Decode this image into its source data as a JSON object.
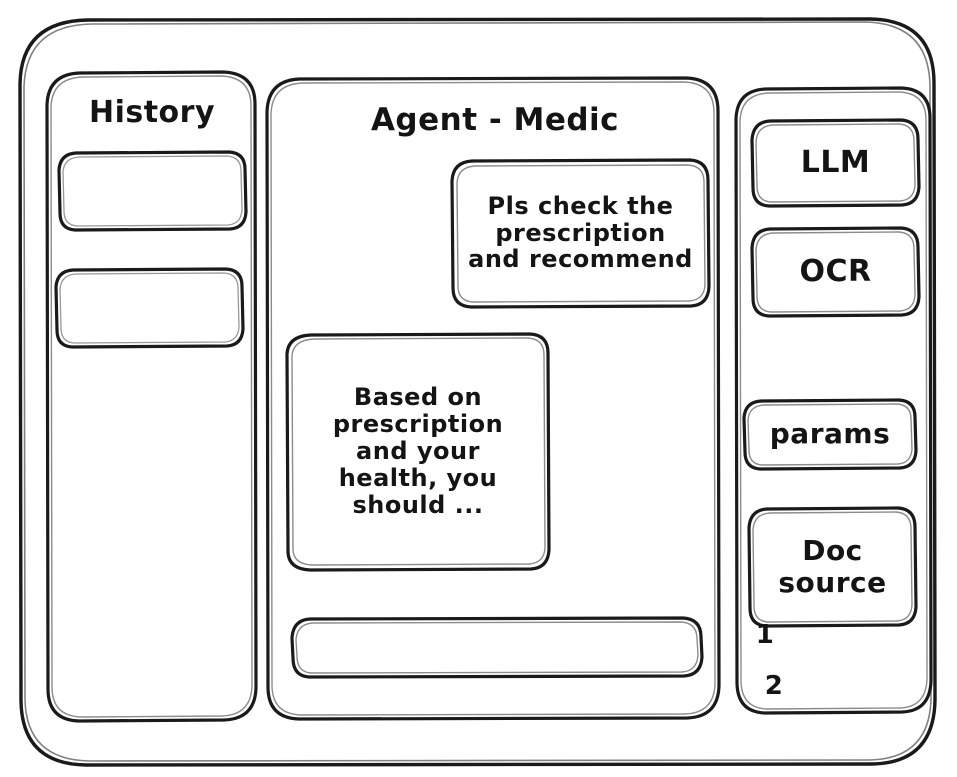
{
  "window": {
    "frame_name": "app-window",
    "stroke_color": "#1a1a1a",
    "background_color": "#ffffff",
    "style": "hand-drawn-wireframe"
  },
  "sidebar": {
    "title": "History",
    "items": [
      {
        "label": "",
        "name": "history-item-1"
      },
      {
        "label": "",
        "name": "history-item-2"
      }
    ]
  },
  "main": {
    "title": "Agent - Medic",
    "messages": [
      {
        "role": "user",
        "text": "Pls check the\nprescription\nand recommend",
        "align": "right"
      },
      {
        "role": "assistant",
        "text": "Based on\nprescription\nand your\nhealth, you\nshould ...",
        "align": "left"
      }
    ],
    "composer": {
      "value": "",
      "placeholder": ""
    }
  },
  "tools": {
    "buttons": [
      {
        "label": "LLM"
      },
      {
        "label": "OCR"
      },
      {
        "label": "params"
      }
    ],
    "doc_source": {
      "label": "Doc\nsource",
      "items": [
        {
          "label": "1"
        },
        {
          "label": "2"
        }
      ]
    }
  }
}
